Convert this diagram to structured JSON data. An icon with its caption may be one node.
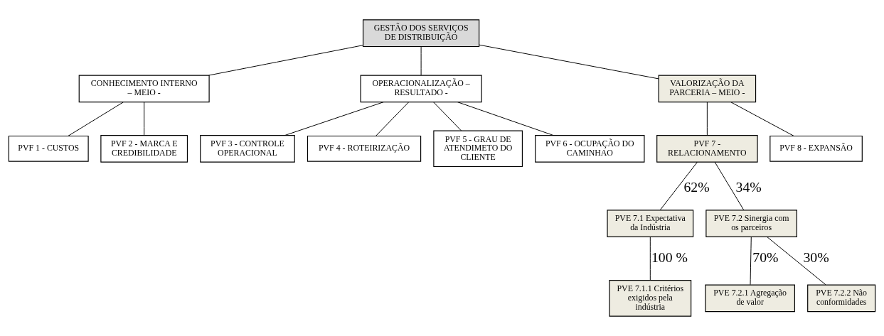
{
  "diagram": {
    "nodes": [
      {
        "text": [
          "GESTÃO DOS SERVIÇOS DE DISTRIBUIÇÃO"
        ]
      },
      {
        "text": [
          "CONHECIMENTO INTERNO – MEIO -"
        ]
      },
      {
        "text": [
          "OPERACIONALIZAÇÃO – RESULTADO -"
        ]
      },
      {
        "text": [
          "VALORIZAÇÃO DA PARCERIA – MEIO -"
        ]
      },
      {
        "text": [
          "PVF 1 - CUSTOS"
        ]
      },
      {
        "text": [
          "PVF 2 - MARCA E CREDIBILIDADE"
        ]
      },
      {
        "text": [
          "PVF 3 - CONTROLE OPERACIONAL"
        ]
      },
      {
        "text": [
          "PVF 4 - ROTEIRIZAÇÃO"
        ]
      },
      {
        "text": [
          "PVF 5 - GRAU DE ATENDIMETO DO CLIENTE"
        ]
      },
      {
        "text": [
          "PVF 6 - OCUPAÇÃO DO CAMINHAO"
        ]
      },
      {
        "text": [
          "PVF 7 - RELACIONAMENTO"
        ]
      },
      {
        "text": [
          "PVF 8 - EXPANSÃO"
        ]
      },
      {
        "text": [
          "PVE 7.1 Expectativa da Indústria"
        ]
      },
      {
        "text": [
          "PVE 7.2 Sinergia com os parceiros"
        ]
      },
      {
        "text": [
          "PVE 7.1.1 Critérios exigidos pela indústria"
        ]
      },
      {
        "text": [
          "PVE 7.2.1 Agregação de valor"
        ]
      },
      {
        "text": [
          "PVE 7.2.2 Não conformidades"
        ]
      }
    ],
    "edges": [
      {
        "from": 0,
        "to": 1,
        "arrow": "none"
      },
      {
        "from": 0,
        "to": 2,
        "arrow": "none"
      },
      {
        "from": 0,
        "to": 3,
        "arrow": "none"
      },
      {
        "from": 1,
        "to": 4,
        "arrow": "none"
      },
      {
        "from": 1,
        "to": 5,
        "arrow": "none"
      },
      {
        "from": 2,
        "to": 6,
        "arrow": "none"
      },
      {
        "from": 2,
        "to": 7,
        "arrow": "none"
      },
      {
        "from": 2,
        "to": 8,
        "arrow": "none"
      },
      {
        "from": 2,
        "to": 9,
        "arrow": "none"
      },
      {
        "from": 3,
        "to": 10,
        "arrow": "none"
      },
      {
        "from": 3,
        "to": 11,
        "arrow": "none"
      },
      {
        "from": 10,
        "to": 12,
        "arrow": "none",
        "label": "62%"
      },
      {
        "from": 10,
        "to": 13,
        "arrow": "none",
        "label": "34%"
      },
      {
        "from": 12,
        "to": 14,
        "arrow": "none",
        "label": "100 %"
      },
      {
        "from": 13,
        "to": 15,
        "arrow": "none",
        "label": "70%"
      },
      {
        "from": 13,
        "to": 16,
        "arrow": "none",
        "label": "30%"
      }
    ]
  }
}
